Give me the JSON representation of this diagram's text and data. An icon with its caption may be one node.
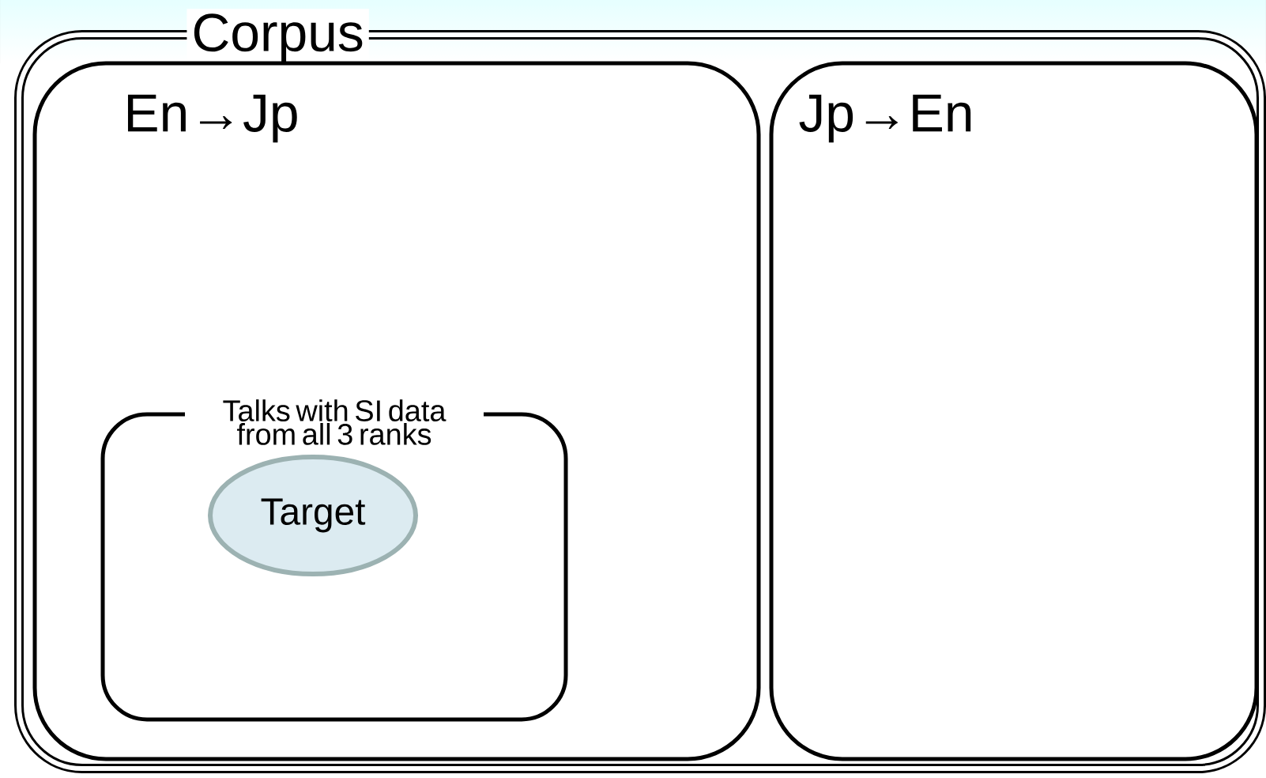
{
  "diagram": {
    "nodes": [
      {
        "text": [
          "Corpus"
        ]
      },
      {
        "text": [
          "En→Jp"
        ],
        "in": 0
      },
      {
        "text": [
          "Jp→En"
        ],
        "in": 0
      },
      {
        "text": [
          "Talks with SI data from all 3 ranks"
        ],
        "in": 1
      },
      {
        "text": [
          "Target"
        ],
        "in": 3
      }
    ]
  }
}
